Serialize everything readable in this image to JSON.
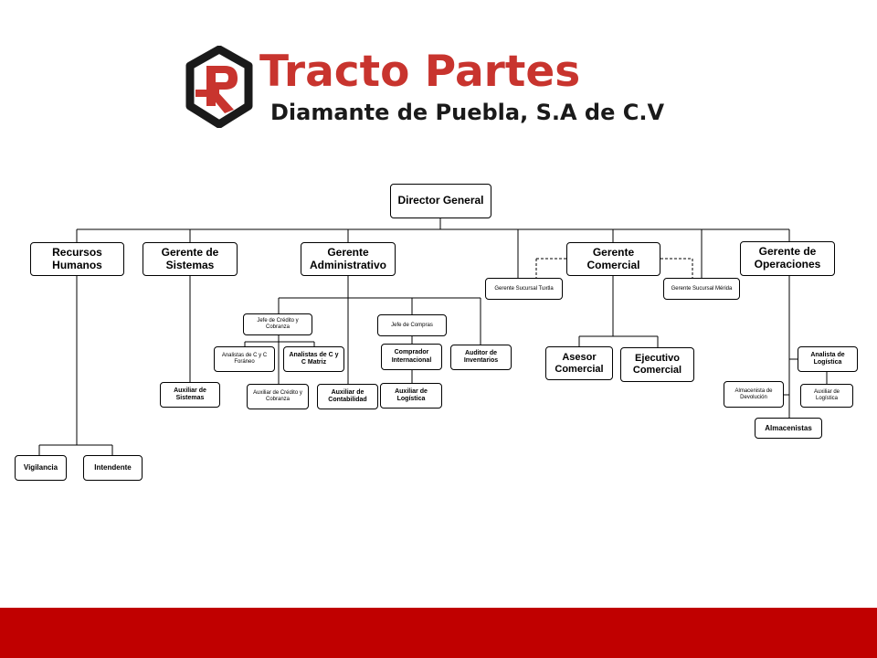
{
  "logo": {
    "title": "Tracto Partes",
    "subtitle": "Diamante de Puebla, S.A de C.V",
    "brand_color": "#c8342e"
  },
  "org": {
    "director": "Director General",
    "rrhh": "Recursos Humanos",
    "sistemas": "Gerente de Sistemas",
    "administrativo": "Gerente Administrativo",
    "comercial": "Gerente Comercial",
    "operaciones": "Gerente de Operaciones",
    "sucursal_tuxtla": "Gerente Sucursal Tuxtla",
    "sucursal_merida": "Gerente Sucursal Mérida",
    "vigilancia": "Vigilancia",
    "intendente": "Intendente",
    "aux_sistemas": "Auxiliar de Sistemas",
    "jefe_credito": "Jefe de Crédito y Cobranza",
    "analistas_foraneo": "Analistas de C y C Foráneo",
    "analistas_matriz": "Analistas de C y C Matriz",
    "aux_credito": "Auxiliar de Crédito y Cobranza",
    "aux_contabilidad": "Auxiliar de Contabilidad",
    "jefe_compras": "Jefe de Compras",
    "comprador": "Comprador Internacional",
    "aux_logistica_compras": "Auxiliar de Logística",
    "auditor": "Auditor de Inventarios",
    "asesor": "Asesor Comercial",
    "ejecutivo": "Ejecutivo Comercial",
    "analista_logistica": "Analista de Logística",
    "almacenista_devolucion": "Almacenista de Devolución",
    "aux_logistica_ops": "Auxiliar de Logística",
    "almacenistas": "Almacenistas"
  },
  "footer": {
    "color": "#c00000"
  }
}
